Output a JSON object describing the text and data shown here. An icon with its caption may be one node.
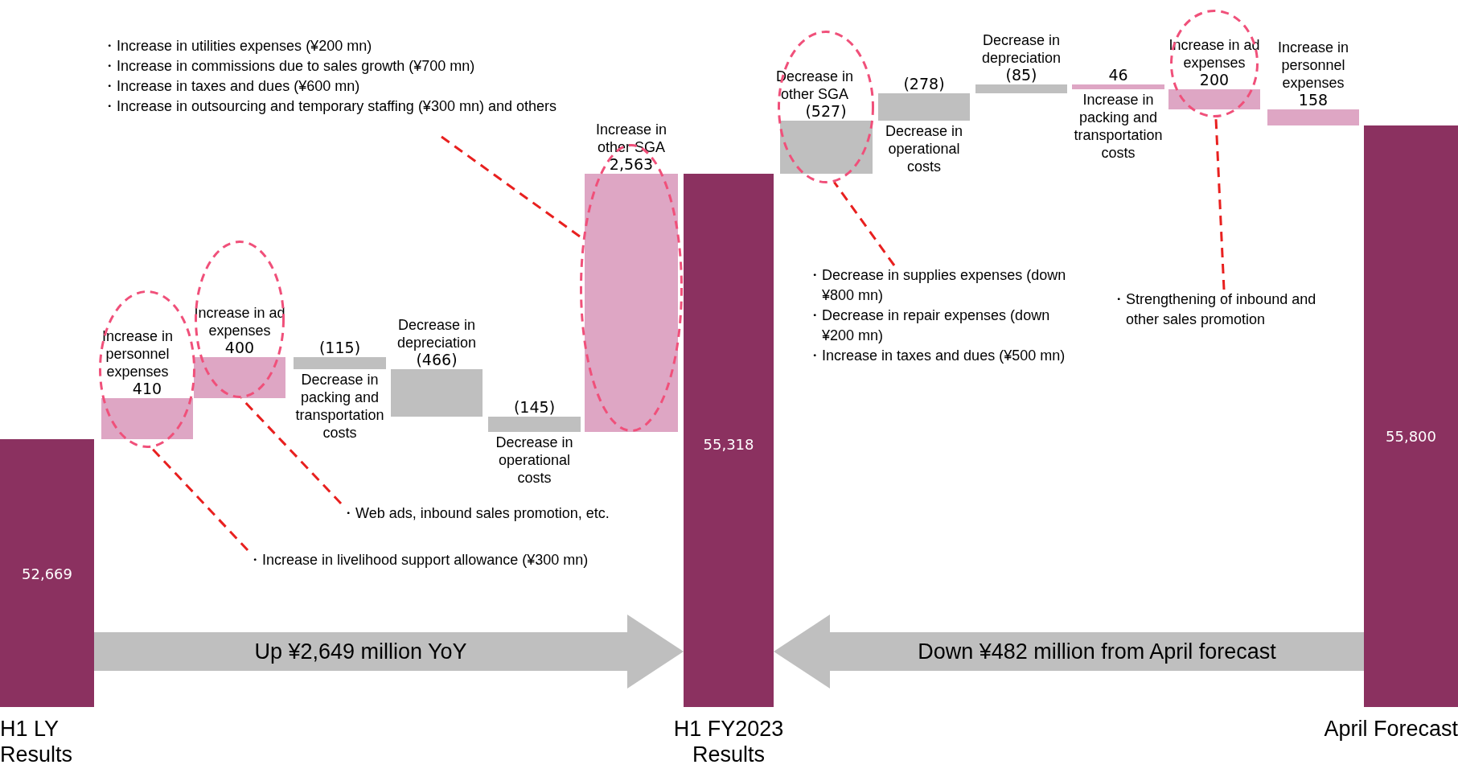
{
  "diagram": {
    "nodes": [
      {
        "text": [
          "52,669"
        ],
        "beside": [
          "H1 LY Results"
        ]
      },
      {
        "text": [
          "410"
        ],
        "beside": [
          "Increase in personnel expenses"
        ],
        "in": 15
      },
      {
        "text": [
          "400"
        ],
        "beside": [
          "Increase in ad expenses"
        ],
        "in": 16
      },
      {
        "text": [
          "(115)"
        ],
        "beside": [
          "Decrease in packing and transportation costs"
        ]
      },
      {
        "text": [
          "(466)"
        ],
        "beside": [
          "Decrease in depreciation"
        ]
      },
      {
        "text": [
          "(145)"
        ],
        "beside": [
          "Decrease in operational costs"
        ]
      },
      {
        "text": [
          "2,563"
        ],
        "beside": [
          "Increase in other SGA"
        ],
        "in": 17
      },
      {
        "text": [
          "55,318"
        ],
        "beside": [
          "H1 FY2023 Results"
        ]
      },
      {
        "text": [
          "(527)"
        ],
        "beside": [
          "Decrease in other SGA"
        ],
        "in": 18
      },
      {
        "text": [
          "(278)"
        ],
        "beside": [
          "Decrease in operational costs"
        ]
      },
      {
        "text": [
          "(85)"
        ],
        "beside": [
          "Decrease in depreciation"
        ]
      },
      {
        "text": [
          "46"
        ],
        "beside": [
          "Increase in packing and transportation costs"
        ]
      },
      {
        "text": [
          "200"
        ],
        "beside": [
          "Increase in ad expenses"
        ],
        "in": 19
      },
      {
        "text": [
          "158"
        ],
        "beside": [
          "Increase in personnel expenses"
        ]
      },
      {
        "text": [
          "55,800"
        ],
        "beside": [
          "April Forecast"
        ]
      },
      {
        "text": [],
        "shape": "ellipse"
      },
      {
        "text": [],
        "shape": "ellipse"
      },
      {
        "text": [],
        "shape": "ellipse"
      },
      {
        "text": [],
        "shape": "ellipse"
      },
      {
        "text": [],
        "shape": "ellipse"
      },
      {
        "text": [
          "・Increase in utilities expenses (¥200 mn)",
          "・Increase in commissions due to sales growth (¥700 mn)",
          "・Increase in taxes and dues (¥600 mn)",
          "・Increase in outsourcing and temporary staffing (¥300 mn) and others"
        ]
      },
      {
        "text": [
          "・Increase in livelihood support allowance (¥300 mn)"
        ]
      },
      {
        "text": [
          "・Web ads, inbound sales promotion, etc."
        ]
      },
      {
        "text": [
          "・Decrease in supplies expenses (down ¥800 mn)",
          "・Decrease in repair expenses (down ¥200 mn)",
          "・Increase in taxes and dues (¥500 mn)"
        ]
      },
      {
        "text": [
          "・Strengthening of inbound and other sales promotion"
        ]
      }
    ],
    "edges": [
      {
        "from": 20,
        "to": 17,
        "arrow": "none",
        "style": "dashed"
      },
      {
        "from": 21,
        "to": 15,
        "arrow": "none",
        "style": "dashed"
      },
      {
        "from": 22,
        "to": 16,
        "arrow": "none",
        "style": "dashed"
      },
      {
        "from": 23,
        "to": 18,
        "arrow": "none",
        "style": "dashed"
      },
      {
        "from": 24,
        "to": 19,
        "arrow": "none",
        "style": "dashed"
      },
      {
        "from": 0,
        "to": 7,
        "arrow": "to",
        "label": "Up ¥2,649 million YoY",
        "style": "thick",
        "color": "#bfbfbf"
      },
      {
        "from": 14,
        "to": 7,
        "arrow": "to",
        "label": "Down ¥482 million from April forecast",
        "style": "thick",
        "color": "#bfbfbf"
      }
    ]
  }
}
